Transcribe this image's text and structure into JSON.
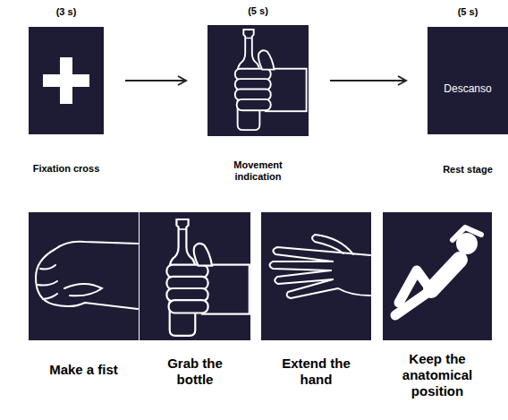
{
  "diagram": {
    "nodes": [
      {
        "text": [
          "(3 s)",
          "Fixation cross"
        ]
      },
      {
        "text": [
          "(5 s)",
          "Movement indication"
        ]
      },
      {
        "text": [
          "(5 s)",
          "Descanso",
          "Rest stage"
        ]
      },
      {
        "text": [
          "Make a fist"
        ]
      },
      {
        "text": [
          "Grab the bottle"
        ]
      },
      {
        "text": [
          "Extend the hand"
        ]
      },
      {
        "text": [
          "Keep the anatomical position"
        ]
      }
    ],
    "edges": [
      {
        "from": 0,
        "to": 1,
        "arrow": "to"
      },
      {
        "from": 1,
        "to": 2,
        "arrow": "to"
      }
    ]
  }
}
